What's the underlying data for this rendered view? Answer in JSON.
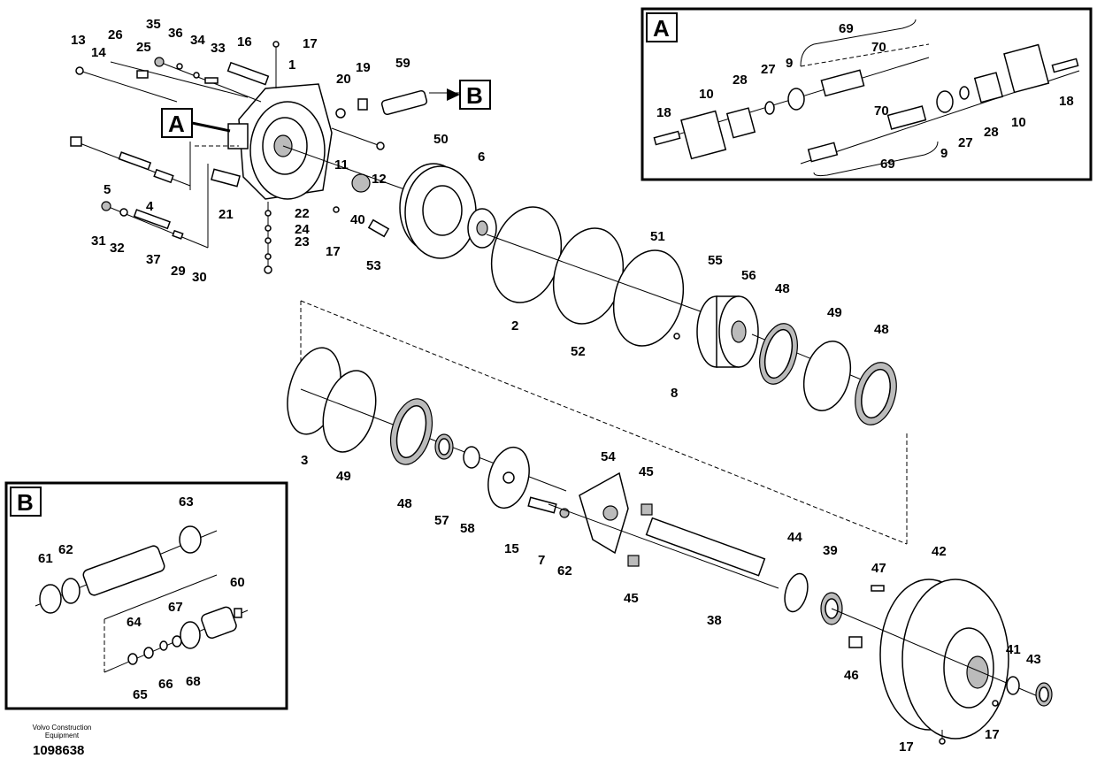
{
  "footer": {
    "brand_line1": "Volvo Construction",
    "brand_line2": "Equipment",
    "drawing_number": "1098638"
  },
  "insets": {
    "A": {
      "letter": "A"
    },
    "B": {
      "letter": "B"
    }
  },
  "callouts": {
    "A": "A",
    "B": "B"
  },
  "labels": [
    "13",
    "26",
    "35",
    "36",
    "34",
    "33",
    "16",
    "17",
    "1",
    "14",
    "25",
    "19",
    "20",
    "59",
    "11",
    "12",
    "5",
    "4",
    "21",
    "22",
    "24",
    "23",
    "40",
    "31",
    "32",
    "37",
    "29",
    "30",
    "17b",
    "53",
    "50",
    "6",
    "2",
    "52",
    "51",
    "55",
    "56",
    "48",
    "49",
    "48b",
    "8",
    "3",
    "49b",
    "48c",
    "57",
    "58",
    "15",
    "7",
    "62",
    "54",
    "45",
    "45b",
    "38",
    "44",
    "39",
    "47",
    "42",
    "46",
    "41",
    "43",
    "17c",
    "17d",
    "69",
    "70",
    "9",
    "28",
    "27",
    "10",
    "18",
    "18b",
    "10b",
    "28b",
    "27b",
    "9b",
    "70b",
    "69b",
    "63",
    "61",
    "62b",
    "60",
    "64",
    "67",
    "65",
    "66",
    "68"
  ],
  "label_text": {
    "13": "13",
    "26": "26",
    "35": "35",
    "36": "36",
    "34": "34",
    "33": "33",
    "16": "16",
    "17": "17",
    "1": "1",
    "14": "14",
    "25": "25",
    "19": "19",
    "20": "20",
    "59": "59",
    "11": "11",
    "12": "12",
    "5": "5",
    "4": "4",
    "21": "21",
    "22": "22",
    "24": "24",
    "23": "23",
    "40": "40",
    "31": "31",
    "32": "32",
    "37": "37",
    "29": "29",
    "30": "30",
    "17b": "17",
    "53": "53",
    "50": "50",
    "6": "6",
    "2": "2",
    "52": "52",
    "51": "51",
    "55": "55",
    "56": "56",
    "48": "48",
    "49": "49",
    "48b": "48",
    "8": "8",
    "3": "3",
    "49b": "49",
    "48c": "48",
    "57": "57",
    "58": "58",
    "15": "15",
    "7": "7",
    "62": "62",
    "54": "54",
    "45": "45",
    "45b": "45",
    "38": "38",
    "44": "44",
    "39": "39",
    "47": "47",
    "42": "42",
    "46": "46",
    "41": "41",
    "43": "43",
    "17c": "17",
    "17d": "17",
    "69": "69",
    "70": "70",
    "9": "9",
    "28": "28",
    "27": "27",
    "10": "10",
    "18": "18",
    "18b": "18",
    "10b": "10",
    "28b": "28",
    "27b": "27",
    "9b": "9",
    "70b": "70",
    "69b": "69",
    "63": "63",
    "61": "61",
    "62b": "62",
    "60": "60",
    "64": "64",
    "67": "67",
    "65": "65",
    "66": "66",
    "68": "68"
  }
}
